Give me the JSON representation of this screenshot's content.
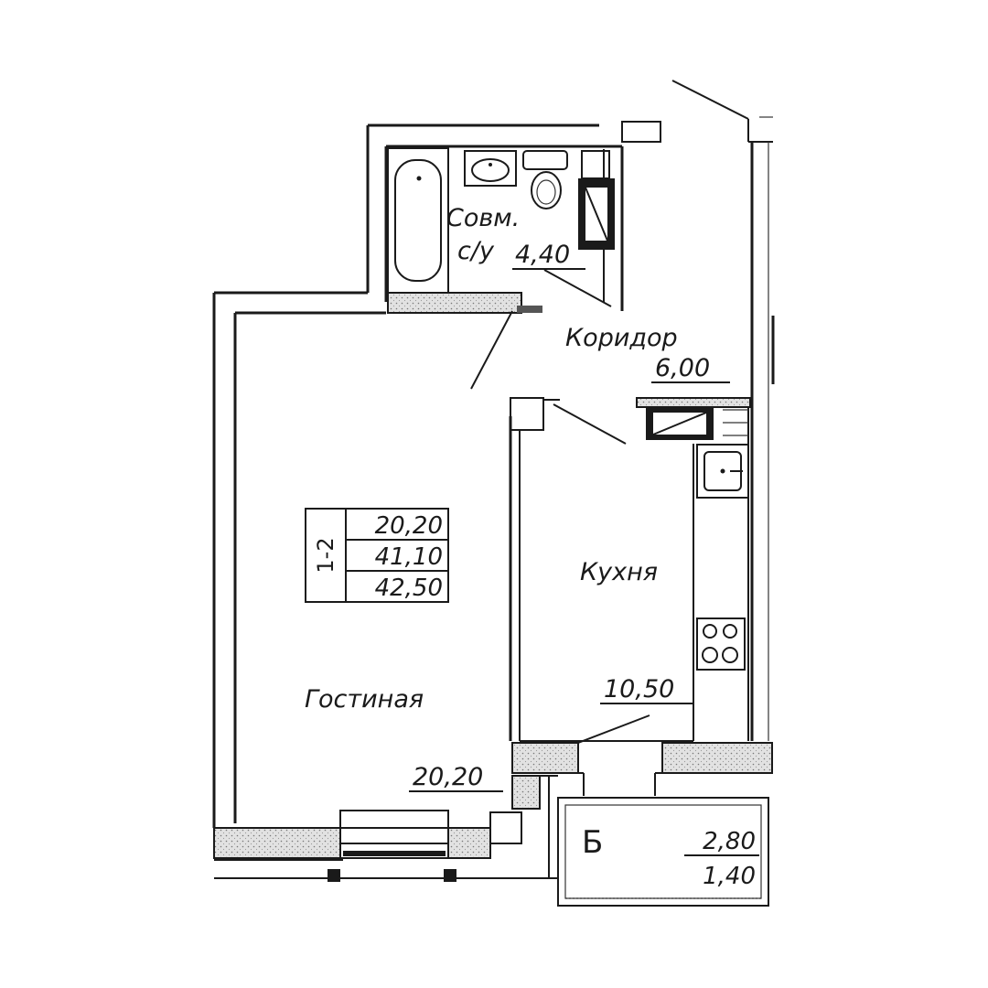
{
  "apartment": {
    "type_code": "1-2",
    "living_area": "20,20",
    "total_area": "41,10",
    "total_area_with_balcony": "42,50"
  },
  "rooms": {
    "bathroom": {
      "name_line1": "Совм.",
      "name_line2": "с/у",
      "area": "4,40"
    },
    "corridor": {
      "name": "Коридор",
      "area": "6,00"
    },
    "kitchen": {
      "name": "Кухня",
      "area": "10,50"
    },
    "living_room": {
      "name": "Гостиная",
      "area": "20,20"
    },
    "balcony": {
      "name": "Б",
      "area": "2,80",
      "reduced_area": "1,40"
    }
  },
  "colors": {
    "lines": "#1a1a1a",
    "hatch": "#cfcfcf",
    "background": "#ffffff"
  }
}
